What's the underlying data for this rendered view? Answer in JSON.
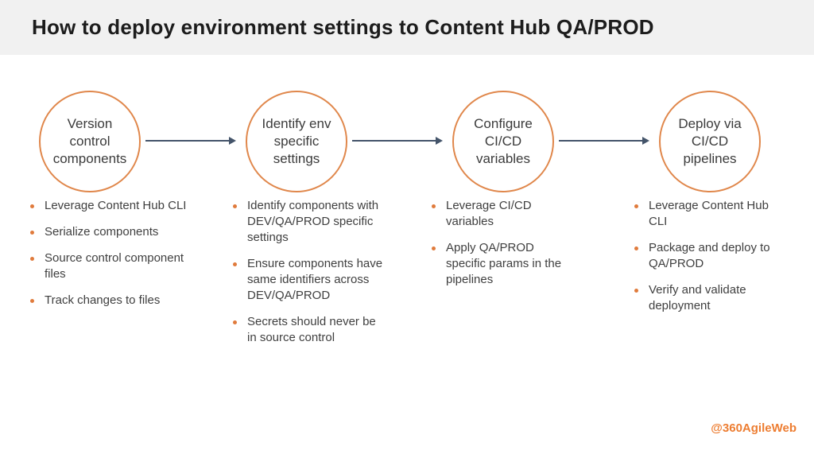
{
  "title": "How to deploy environment settings to Content Hub QA/PROD",
  "watermark": "@360AgileWeb",
  "colors": {
    "header_bg": "#F1F1F1",
    "title_color": "#1C1C1C",
    "accent_orange": "#E0874B",
    "bullet_orange": "#E07B3C",
    "arrow": "#44546A",
    "watermark_orange": "#ED7D31",
    "text": "#3F3F3F"
  },
  "steps": [
    {
      "label": "Version control components",
      "bullets": [
        "Leverage Content Hub CLI",
        "Serialize components",
        "Source control component files",
        "Track changes to files"
      ]
    },
    {
      "label": "Identify env specific settings",
      "bullets": [
        "Identify components with DEV/QA/PROD specific settings",
        "Ensure components have same identifiers across DEV/QA/PROD",
        "Secrets should never be in source control"
      ]
    },
    {
      "label": "Configure CI/CD variables",
      "bullets": [
        "Leverage CI/CD variables",
        "Apply QA/PROD specific params in the pipelines"
      ]
    },
    {
      "label": "Deploy via CI/CD pipelines",
      "bullets": [
        "Leverage Content Hub CLI",
        "Package and deploy to QA/PROD",
        "Verify and validate deployment"
      ]
    }
  ]
}
